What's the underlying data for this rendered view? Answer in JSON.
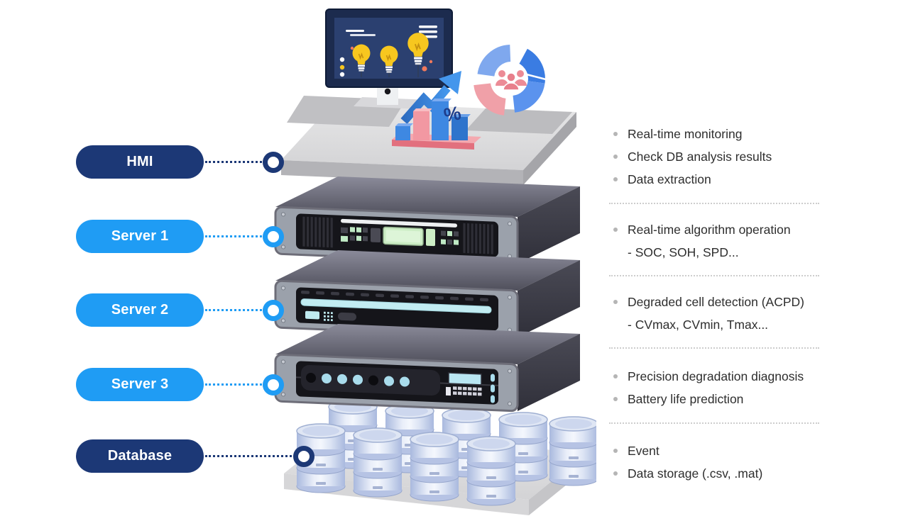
{
  "layers": [
    {
      "id": "hmi",
      "label": "HMI",
      "pill_color": "#1c3876",
      "notes": [
        "Real-time monitoring",
        "Check DB analysis results",
        "Data extraction"
      ]
    },
    {
      "id": "server-1",
      "label": "Server 1",
      "pill_color": "#1f9cf4",
      "notes": [
        "Real-time algorithm operation"
      ],
      "subnotes": [
        "- SOC, SOH, SPD..."
      ]
    },
    {
      "id": "server-2",
      "label": "Server 2",
      "pill_color": "#1f9cf4",
      "notes": [
        "Degraded cell detection (ACPD)"
      ],
      "subnotes": [
        "- CVmax, CVmin, Tmax..."
      ]
    },
    {
      "id": "server-3",
      "label": "Server 3",
      "pill_color": "#1f9cf4",
      "notes": [
        "Precision degradation diagnosis",
        "Battery life prediction"
      ]
    },
    {
      "id": "database",
      "label": "Database",
      "pill_color": "#1c3876",
      "notes": [
        "Event",
        "Data storage (.csv, .mat)"
      ]
    }
  ],
  "illustration": {
    "percent_symbol": "%",
    "icons": [
      "monitor-icon",
      "lightbulb-icon",
      "growth-arrow-icon",
      "bar-chart-icon",
      "percent-symbol",
      "donut-chart-icon",
      "people-icon",
      "server-rack-icon",
      "database-cylinder-icon",
      "platform-icon"
    ]
  },
  "colors": {
    "navy": "#1c3876",
    "blue": "#1f9cf4",
    "text": "#2e2e2e",
    "bullet": "#b5b5b5",
    "divider": "#cdcdcd",
    "slab_dark": "#4f4f5b",
    "bezel_gray": "#9ba1ab",
    "cyan_led": "#a9dcec",
    "green_lcd": "#cdeec6"
  }
}
